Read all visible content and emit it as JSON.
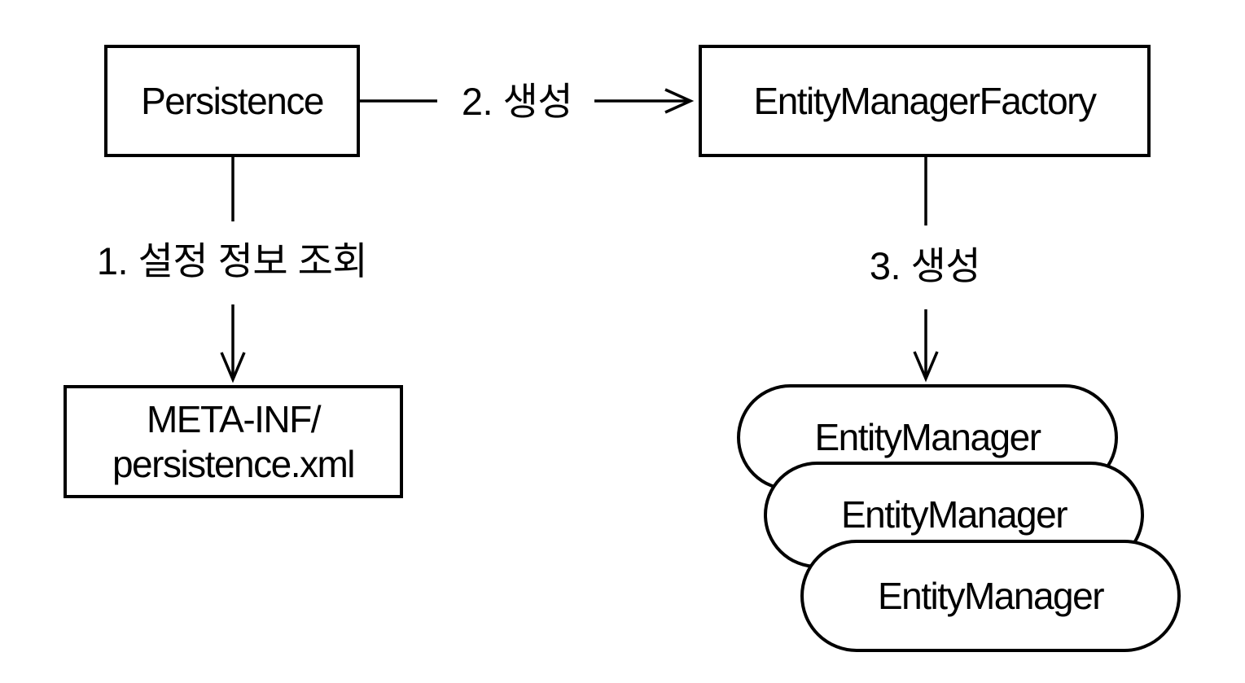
{
  "diagram": {
    "background_color": "#ffffff",
    "stroke_color": "#000000",
    "nodes": {
      "persistence": {
        "label": "Persistence"
      },
      "entity_manager_factory": {
        "label": "EntityManagerFactory"
      },
      "persistence_xml": {
        "label_line1": "META-INF/",
        "label_line2": "persistence.xml"
      },
      "entity_managers": [
        {
          "label": "EntityManager"
        },
        {
          "label": "EntityManager"
        },
        {
          "label": "EntityManager"
        }
      ]
    },
    "edges": {
      "step1": {
        "label": "1. 설정 정보 조회"
      },
      "step2": {
        "label": "2. 생성"
      },
      "step3": {
        "label": "3. 생성"
      }
    }
  }
}
